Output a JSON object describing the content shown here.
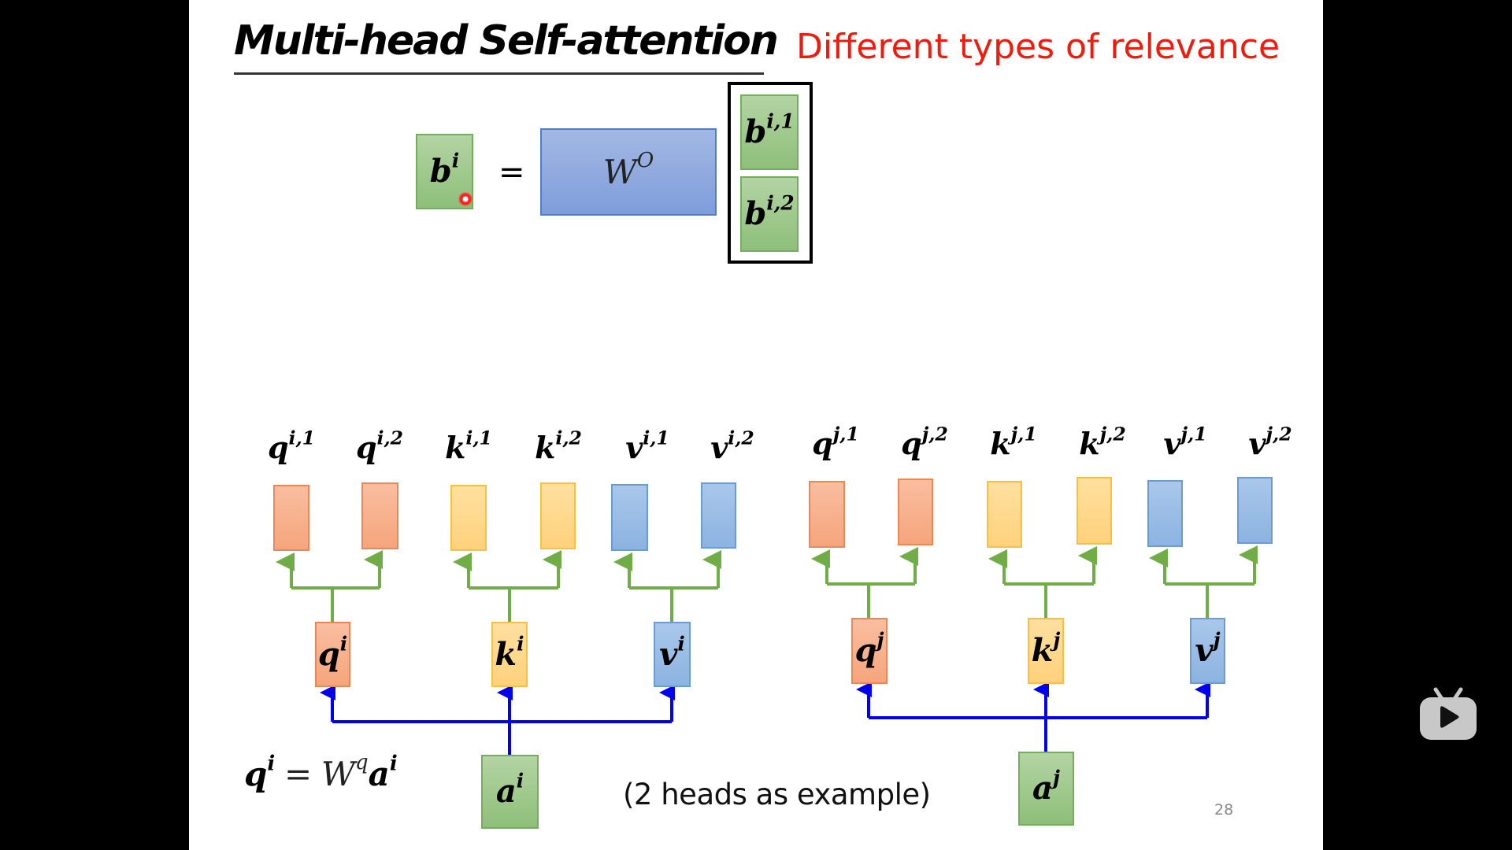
{
  "slide": {
    "title": "Multi-head Self-attention",
    "subtitle": "Different types of relevance",
    "page_number": "28",
    "caption": "(2 heads as example)",
    "colors": {
      "title": "#000000",
      "subtitle": "#ee1c0e",
      "query": "#f5a57c",
      "key": "#ffd17c",
      "value": "#8cb3e1",
      "input_output": "#8ebf7a",
      "weight": "#7f9ddb",
      "branch_arrow": "#70ad47",
      "input_arrow": "#0000ee"
    }
  },
  "top_equation": {
    "lhs": {
      "base": "b",
      "sup": "i"
    },
    "equals": "=",
    "weight": {
      "base": "W",
      "sup": "O"
    },
    "concat": [
      {
        "base": "b",
        "sup": "i,1"
      },
      {
        "base": "b",
        "sup": "i,2"
      }
    ]
  },
  "groups": [
    {
      "token": "i",
      "heads": [
        {
          "base": "q",
          "sup": "i,1",
          "type": "query"
        },
        {
          "base": "q",
          "sup": "i,2",
          "type": "query"
        },
        {
          "base": "k",
          "sup": "i,1",
          "type": "key"
        },
        {
          "base": "k",
          "sup": "i,2",
          "type": "key"
        },
        {
          "base": "v",
          "sup": "i,1",
          "type": "value"
        },
        {
          "base": "v",
          "sup": "i,2",
          "type": "value"
        }
      ],
      "projections": [
        {
          "base": "q",
          "sup": "i",
          "type": "query"
        },
        {
          "base": "k",
          "sup": "i",
          "type": "key"
        },
        {
          "base": "v",
          "sup": "i",
          "type": "value"
        }
      ],
      "input": {
        "base": "a",
        "sup": "i"
      }
    },
    {
      "token": "j",
      "heads": [
        {
          "base": "q",
          "sup": "j,1",
          "type": "query"
        },
        {
          "base": "q",
          "sup": "j,2",
          "type": "query"
        },
        {
          "base": "k",
          "sup": "j,1",
          "type": "key"
        },
        {
          "base": "k",
          "sup": "j,2",
          "type": "key"
        },
        {
          "base": "v",
          "sup": "j,1",
          "type": "value"
        },
        {
          "base": "v",
          "sup": "j,2",
          "type": "value"
        }
      ],
      "projections": [
        {
          "base": "q",
          "sup": "j",
          "type": "query"
        },
        {
          "base": "k",
          "sup": "j",
          "type": "key"
        },
        {
          "base": "v",
          "sup": "j",
          "type": "value"
        }
      ],
      "input": {
        "base": "a",
        "sup": "j"
      }
    }
  ],
  "formula": {
    "lhs": {
      "base": "q",
      "sup": "i"
    },
    "equals": "=",
    "weight": {
      "base": "W",
      "sup": "q"
    },
    "rhs": {
      "base": "a",
      "sup": "i"
    }
  },
  "player": {
    "icon": "bilibili-tv-play-icon"
  }
}
